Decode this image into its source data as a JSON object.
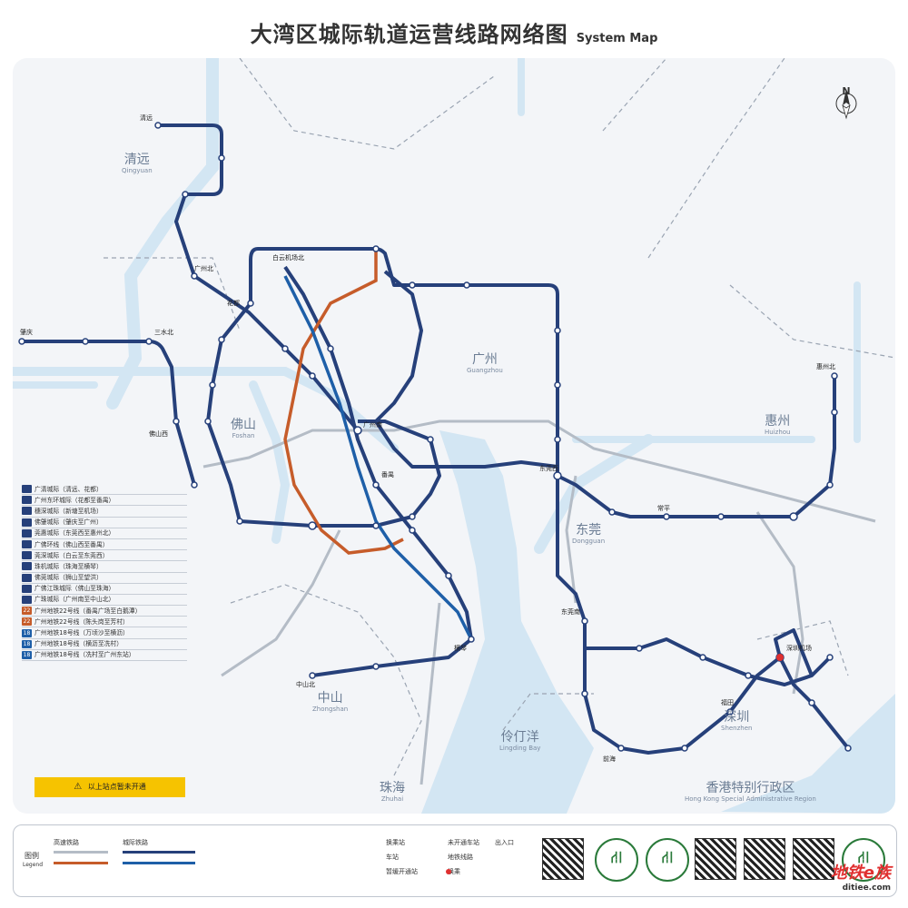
{
  "title": {
    "cn": "大湾区城际轨道运营线路网络图",
    "en": "System Map"
  },
  "compass": {
    "label": "N"
  },
  "cities": [
    {
      "cn": "清远",
      "en": "Qingyuan"
    },
    {
      "cn": "佛山",
      "en": "Foshan"
    },
    {
      "cn": "广州",
      "en": "Guangzhou"
    },
    {
      "cn": "惠州",
      "en": "Huizhou"
    },
    {
      "cn": "东莞",
      "en": "Dongguan"
    },
    {
      "cn": "中山",
      "en": "Zhongshan"
    },
    {
      "cn": "伶仃洋",
      "en": "Lingding Bay"
    },
    {
      "cn": "深圳",
      "en": "Shenzhen"
    },
    {
      "cn": "珠海",
      "en": "Zhuhai"
    },
    {
      "cn": "香港特别行政区",
      "en": "Hong Kong Special Administrative Region"
    }
  ],
  "legend_lines": [
    {
      "label": "广清城际（清远、花都）",
      "color": "#26407a",
      "num": ""
    },
    {
      "label": "广州东环城际（花都至番禺）",
      "color": "#26407a",
      "num": ""
    },
    {
      "label": "穗深城际（新塘至机场）",
      "color": "#26407a",
      "num": ""
    },
    {
      "label": "佛肇城际（肇庆至广州）",
      "color": "#26407a",
      "num": ""
    },
    {
      "label": "莞惠城际（东莞西至惠州北）",
      "color": "#26407a",
      "num": ""
    },
    {
      "label": "广佛环线（佛山西至番禺）",
      "color": "#26407a",
      "num": ""
    },
    {
      "label": "莞深城际（白云至东莞西）",
      "color": "#26407a",
      "num": ""
    },
    {
      "label": "珠机城际（珠海至横琴）",
      "color": "#26407a",
      "num": ""
    },
    {
      "label": "佛莞城际（狮山至望洪）",
      "color": "#26407a",
      "num": ""
    },
    {
      "label": "广佛江珠城际（佛山至珠海）",
      "color": "#26407a",
      "num": ""
    },
    {
      "label": "广珠城际（广州南至中山北）",
      "color": "#26407a",
      "num": ""
    },
    {
      "label": "广州地铁22号线（番禺广场至白鹅潭）",
      "color": "#c65c2a",
      "num": "22"
    },
    {
      "label": "广州地铁22号线（陈头岗至芳村）",
      "color": "#c65c2a",
      "num": "22"
    },
    {
      "label": "广州地铁18号线（万顷沙至横沥）",
      "color": "#1e5fa8",
      "num": "18"
    },
    {
      "label": "广州地铁18号线（横沥至冼村）",
      "color": "#1e5fa8",
      "num": "18"
    },
    {
      "label": "广州地铁18号线（冼村至广州东站）",
      "color": "#1e5fa8",
      "num": "18"
    }
  ],
  "warning": "以上站点暂未开通",
  "stations": [
    "清远",
    "花都",
    "白云机场北",
    "广州北",
    "肇庆",
    "三水北",
    "佛山西",
    "广州南",
    "番禺",
    "东莞西",
    "东莞南",
    "常平",
    "惠州北",
    "深圳机场",
    "福田",
    "前海",
    "中山北",
    "横琴"
  ],
  "bottom": {
    "legend_title": "图例",
    "legend_title_en": "Legend",
    "groups": [
      "高速铁路",
      "城际铁路"
    ],
    "symbols": [
      "换乘站",
      "车站",
      "暂缓开通站",
      "未开通车站",
      "地铁线路",
      "换乘",
      "出入口"
    ],
    "qr_count": 7,
    "watermark": "地铁e族",
    "watermark_sub": "ditiee.com"
  },
  "colors": {
    "intercity": "#26407a",
    "metro22": "#c65c2a",
    "metro18": "#1e5fa8",
    "river": "#d3e6f3",
    "highspeed": "#b4bcc6",
    "warning": "#f6c300"
  }
}
